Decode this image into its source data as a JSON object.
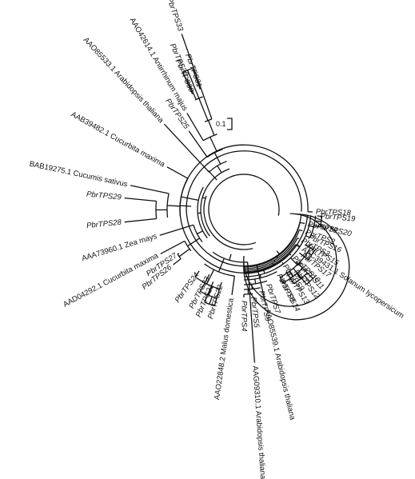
{
  "tree": {
    "scale_label": "0.1",
    "leaves": [
      {
        "id": "pbrtps33",
        "label": "PbrTPS33"
      },
      {
        "id": "pbrtps32",
        "label": "PbrTPS32"
      },
      {
        "id": "pbrtps31",
        "label": "PbrTPS31"
      },
      {
        "id": "pbrtps30",
        "label": "PbrTPS30"
      },
      {
        "id": "aao42614",
        "label": "AAO42614.1 Antirrhinum majus"
      },
      {
        "id": "pbrtps25",
        "label": "PbrTPS25"
      },
      {
        "id": "aao85533",
        "label": "AAO85533.1 Arabidopsis thaliana"
      },
      {
        "id": "aab39482",
        "label": "AAB39482.1 Cucurbita maxima"
      },
      {
        "id": "bab19275",
        "label": "BAB19275.1 Cucumis sativus"
      },
      {
        "id": "pbrtps29",
        "label": "PbrTPS29"
      },
      {
        "id": "pbrtps28",
        "label": "PbrTPS28"
      },
      {
        "id": "aaa73960",
        "label": "AAA73960.1 Zea mays"
      },
      {
        "id": "aad04292",
        "label": "AAD04292.1 Cucurbita maxima"
      },
      {
        "id": "pbrtps27",
        "label": "PbrTPS27"
      },
      {
        "id": "pbrtps26",
        "label": "PbrTPS26"
      },
      {
        "id": "pbrtps24",
        "label": "PbrTPS24"
      },
      {
        "id": "pbrtps23",
        "label": "PbrTPS23"
      },
      {
        "id": "pbrtps21",
        "label": "PbrTPS21"
      },
      {
        "id": "pbrtps22",
        "label": "PbrTPS22"
      },
      {
        "id": "aao22848",
        "label": "AAO22848.2 Malus domestica"
      },
      {
        "id": "aag09310",
        "label": "AAG09310.1 Arabidopsis thaliana"
      },
      {
        "id": "aao85539",
        "label": "AAO85539.1 Arabidopsis thaliana"
      },
      {
        "id": "pbrtps14",
        "label": "PbrTPS14"
      },
      {
        "id": "pbrtps13",
        "label": "PbrTPS13"
      },
      {
        "id": "pbrtps12",
        "label": "PbrTPS12"
      },
      {
        "id": "pbrtps11",
        "label": "PbrTPS11"
      },
      {
        "id": "pbrtps17",
        "label": "PbrTPS17"
      },
      {
        "id": "pbrtps15",
        "label": "PbrTPS15"
      },
      {
        "id": "pbrtps16",
        "label": "PbrTPS16"
      },
      {
        "id": "pbrtps20",
        "label": "PbrTPS20"
      },
      {
        "id": "pbrtps19",
        "label": "PbrTPS19"
      },
      {
        "id": "pbrtps18",
        "label": "PbrTPS18"
      },
      {
        "id": "pbrtps1",
        "label": "PbrTPS1"
      },
      {
        "id": "pbrtps2",
        "label": "PbrTPS2"
      },
      {
        "id": "pbrtps3",
        "label": "PbrTPS3"
      },
      {
        "id": "aac39431",
        "label": "AAC39431.1 Solanum lycopersicum"
      },
      {
        "id": "pbrtps10",
        "label": "PbrTPS10"
      },
      {
        "id": "pbrtps9",
        "label": "PbrTPS9"
      },
      {
        "id": "pbrtps8",
        "label": "PbrTPS8"
      },
      {
        "id": "pbrtps7",
        "label": "PbrTPS7"
      },
      {
        "id": "pbrtps6",
        "label": "PbrTPS6"
      },
      {
        "id": "pbrtps5",
        "label": "PbrTPS5"
      },
      {
        "id": "pbrtps4",
        "label": "PbrTPS4"
      }
    ]
  }
}
